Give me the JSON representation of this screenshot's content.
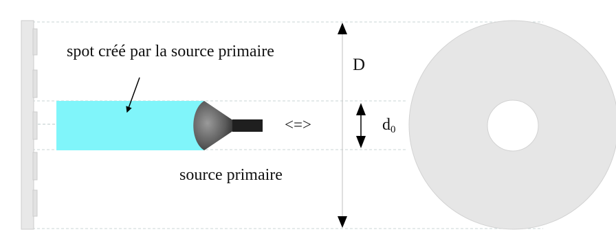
{
  "labels": {
    "spot": "spot créé par la source primaire",
    "D": "D",
    "equiv": "<=>",
    "d_main": "d",
    "d_sub": "0",
    "source": "source primaire"
  },
  "colors": {
    "beam": "#80f5fa",
    "reflector": "#e6e6e6",
    "reflector_edge": "#cfcfcf",
    "horn": "#555555",
    "guide_lines": "#c9d6d6",
    "arrow": "#000000"
  },
  "icons": {
    "arrow": "arrow-pointer-icon",
    "horn": "horn-antenna-icon"
  }
}
